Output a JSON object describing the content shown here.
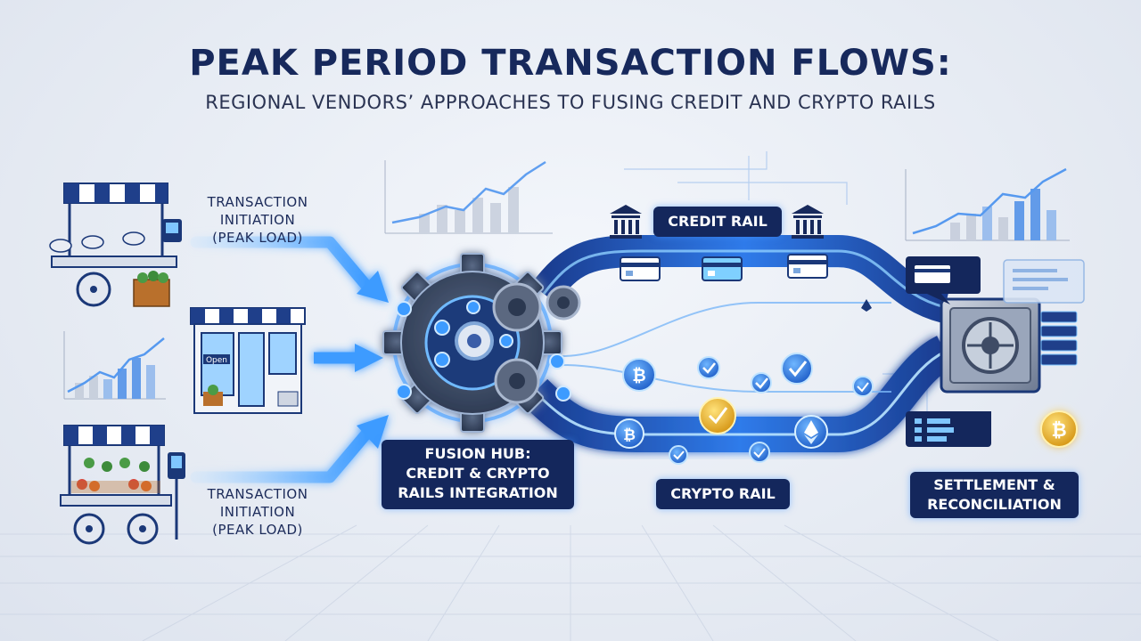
{
  "header": {
    "title": "PEAK PERIOD TRANSACTION FLOWS:",
    "subtitle": "REGIONAL VENDORS’ APPROACHES TO FUSING CREDIT AND CRYPTO RAILS"
  },
  "vendors": {
    "top_label_line1": "TRANSACTION",
    "top_label_line2": "INITIATION",
    "top_label_line3": "(PEAK LOAD)",
    "bottom_label_line1": "TRANSACTION",
    "bottom_label_line2": "INITIATION",
    "bottom_label_line3": "(PEAK LOAD)",
    "shop_sign": "Open"
  },
  "hub": {
    "label_line1": "FUSION HUB:",
    "label_line2": "CREDIT & CRYPTO",
    "label_line3": "RAILS INTEGRATION"
  },
  "rails": {
    "credit_label": "CREDIT RAIL",
    "crypto_label": "CRYPTO RAIL"
  },
  "settlement": {
    "label_line1": "SETTLEMENT &",
    "label_line2": "RECONCILIATION"
  },
  "colors": {
    "navy": "#17295c",
    "accent_blue": "#2f8cff",
    "glow_blue": "#7cc4ff",
    "gold": "#e0a419"
  },
  "icons": [
    "market-stall-icon",
    "storefront-icon",
    "gear-icon",
    "bank-icon",
    "credit-card-icon",
    "bitcoin-coin-icon",
    "ethereum-coin-icon",
    "checkmark-coin-icon",
    "vault-icon",
    "server-icon",
    "receipt-icon",
    "bar-chart-icon"
  ]
}
